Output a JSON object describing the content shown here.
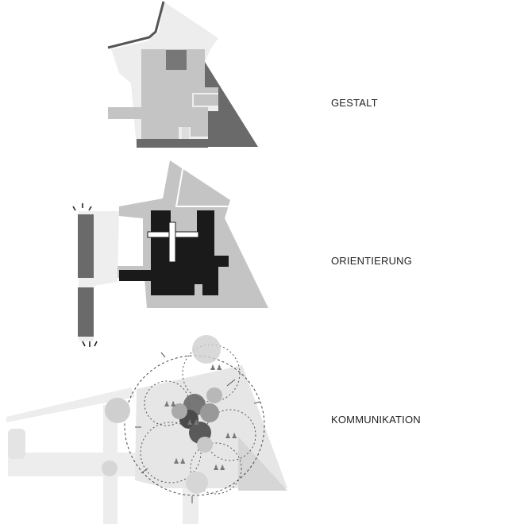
{
  "panels": [
    {
      "id": "gestalt",
      "label": "GESTALT"
    },
    {
      "id": "orientierung",
      "label": "ORIENTIERUNG"
    },
    {
      "id": "kommunikation",
      "label": "KOMMUNIKATION"
    }
  ],
  "colors": {
    "background": "#ffffff",
    "site_light": "#ededed",
    "mass_mid": "#c4c4c4",
    "mass_dark": "#6a6a6a",
    "black": "#1a1a1a",
    "text": "#222222"
  },
  "icons": [
    "person-pair-icon",
    "dashed-circle-icon",
    "arrow-icon",
    "sun-ray-icon"
  ]
}
